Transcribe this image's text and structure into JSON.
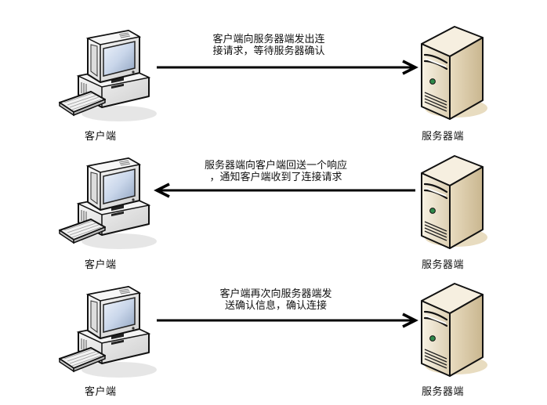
{
  "diagram": {
    "title": "TCP three-way handshake",
    "rows": [
      {
        "client_label": "客户端",
        "server_label": "服务器端",
        "direction": "client-to-server",
        "message_line1": "客户端向服务器端发出连",
        "message_line2": "接请求，等待服务器确认"
      },
      {
        "client_label": "客户端",
        "server_label": "服务器端",
        "direction": "server-to-client",
        "message_line1": "服务器端向客户端回送一个响应",
        "message_line2": "，通知客户端收到了连接请求"
      },
      {
        "client_label": "客户端",
        "server_label": "服务器端",
        "direction": "client-to-server",
        "message_line1": "客户端再次向服务器端发",
        "message_line2": "送确认信息，确认连接"
      }
    ]
  }
}
